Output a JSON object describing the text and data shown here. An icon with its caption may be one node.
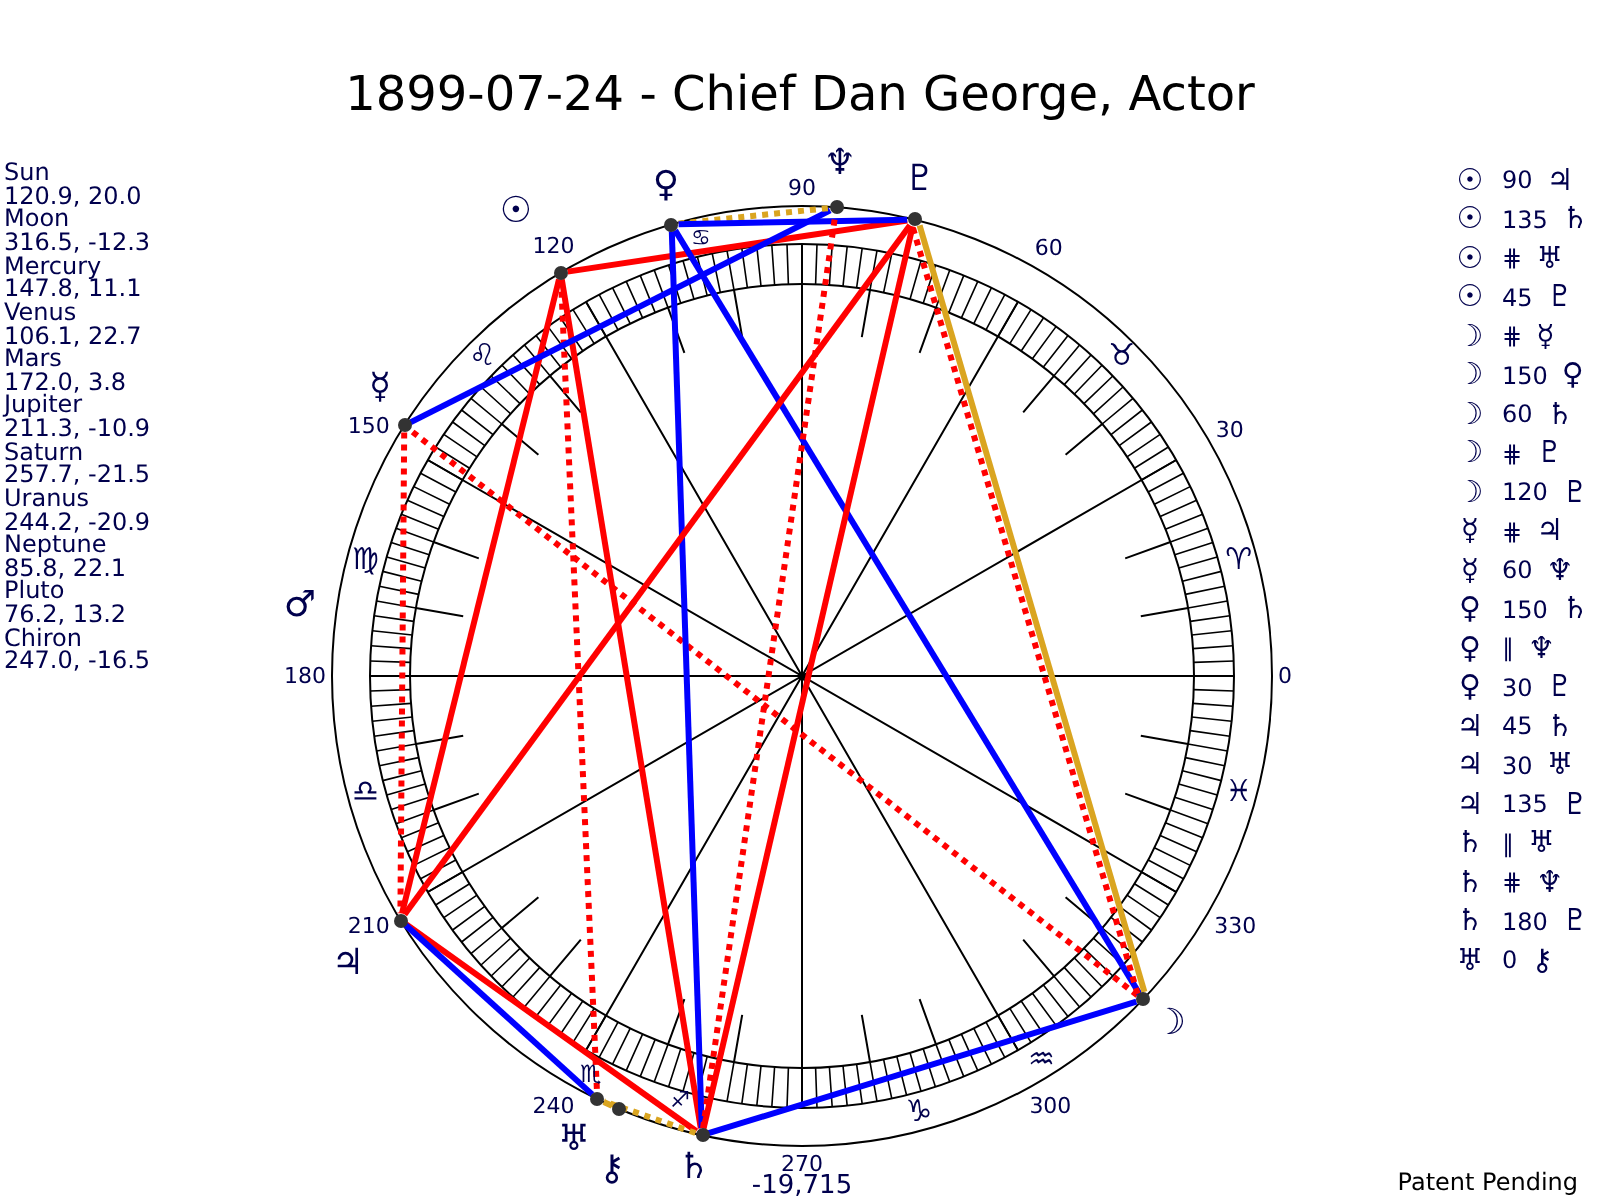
{
  "diagram": {
    "title": "1899-07-24 - Chief Dan George, Actor",
    "nodes": [
      {
        "text": [],
        "shape": "circle",
        "beside": [
          "☉"
        ]
      },
      {
        "text": [],
        "shape": "circle",
        "beside": [
          "☽"
        ]
      },
      {
        "text": [],
        "shape": "circle",
        "beside": [
          "☿"
        ]
      },
      {
        "text": [],
        "shape": "circle",
        "beside": [
          "♀"
        ]
      },
      {
        "text": [],
        "shape": "circle",
        "beside": [
          "♃"
        ]
      },
      {
        "text": [],
        "shape": "circle",
        "beside": [
          "♄"
        ]
      },
      {
        "text": [],
        "shape": "circle",
        "beside": [
          "♅"
        ]
      },
      {
        "text": [],
        "shape": "circle",
        "beside": [
          "♆"
        ]
      },
      {
        "text": [],
        "shape": "circle",
        "beside": [
          "♇"
        ]
      },
      {
        "text": [],
        "shape": "circle",
        "beside": [
          "⚷"
        ]
      }
    ],
    "edges": [
      {
        "from": 0,
        "to": 4,
        "arrow": "none"
      },
      {
        "from": 0,
        "to": 5,
        "arrow": "none"
      },
      {
        "from": 0,
        "to": 6,
        "arrow": "none",
        "style": "dashed"
      },
      {
        "from": 0,
        "to": 8,
        "arrow": "none"
      },
      {
        "from": 1,
        "to": 2,
        "arrow": "none",
        "style": "dashed"
      },
      {
        "from": 1,
        "to": 3,
        "arrow": "none",
        "color": "#0000ff"
      },
      {
        "from": 1,
        "to": 5,
        "arrow": "none",
        "color": "#0000ff"
      },
      {
        "from": 1,
        "to": 8,
        "arrow": "none",
        "style": "dashed"
      },
      {
        "from": 1,
        "to": 8,
        "arrow": "none",
        "color": "#daa520"
      },
      {
        "from": 2,
        "to": 4,
        "arrow": "none",
        "style": "dashed"
      },
      {
        "from": 2,
        "to": 7,
        "arrow": "none",
        "color": "#0000ff"
      },
      {
        "from": 3,
        "to": 5,
        "arrow": "none",
        "color": "#0000ff"
      },
      {
        "from": 3,
        "to": 7,
        "arrow": "none",
        "style": "dashed",
        "color": "#daa520"
      },
      {
        "from": 3,
        "to": 8,
        "arrow": "none",
        "color": "#0000ff"
      },
      {
        "from": 4,
        "to": 5,
        "arrow": "none"
      },
      {
        "from": 4,
        "to": 6,
        "arrow": "none",
        "color": "#0000ff"
      },
      {
        "from": 4,
        "to": 8,
        "arrow": "none"
      },
      {
        "from": 5,
        "to": 6,
        "arrow": "none",
        "style": "dashed",
        "color": "#daa520"
      },
      {
        "from": 5,
        "to": 7,
        "arrow": "none",
        "style": "dashed"
      },
      {
        "from": 5,
        "to": 8,
        "arrow": "none"
      },
      {
        "from": 6,
        "to": 9,
        "arrow": "none",
        "color": "#daa520"
      }
    ],
    "labels": [
      "Sun",
      "120.9, 20.0",
      "Moon",
      "316.5, -12.3",
      "Mercury",
      "147.8, 11.1",
      "Venus",
      "106.1, 22.7",
      "Mars",
      "172.0, 3.8",
      "Jupiter",
      "211.3, -10.9",
      "Saturn",
      "257.7, -21.5",
      "Uranus",
      "244.2, -20.9",
      "Neptune",
      "85.8, 22.1",
      "Pluto",
      "76.2, 13.2",
      "Chiron",
      "247.0, -16.5",
      "0",
      "30",
      "60",
      "90",
      "120",
      "150",
      "180",
      "210",
      "240",
      "270",
      "300",
      "330",
      "-19,715",
      "♈",
      "♉",
      "♋",
      "♌",
      "♍",
      "♎",
      "♏",
      "♐",
      "♑",
      "♒",
      "♓",
      "♂",
      "☉",
      "90",
      "♃",
      "☉",
      "135",
      "♄",
      "☉",
      "⋕",
      "♅",
      "☉",
      "45",
      "♇",
      "☽",
      "⋕",
      "☿",
      "☽",
      "150",
      "♀",
      "☽",
      "60",
      "♄",
      "☽",
      "⋕",
      "♇",
      "☽",
      "120",
      "♇",
      "☿",
      "⋕",
      "♃",
      "☿",
      "60",
      "♆",
      "♀",
      "150",
      "♄",
      "♀",
      "∥",
      "♆",
      "♀",
      "30",
      "♇",
      "♃",
      "45",
      "♄",
      "♃",
      "30",
      "♅",
      "♃",
      "135",
      "♇",
      "♄",
      "∥",
      "♅",
      "♄",
      "⋕",
      "♆",
      "♄",
      "180",
      "♇",
      "♅",
      "0",
      "⚷",
      "Patent Pending"
    ]
  }
}
